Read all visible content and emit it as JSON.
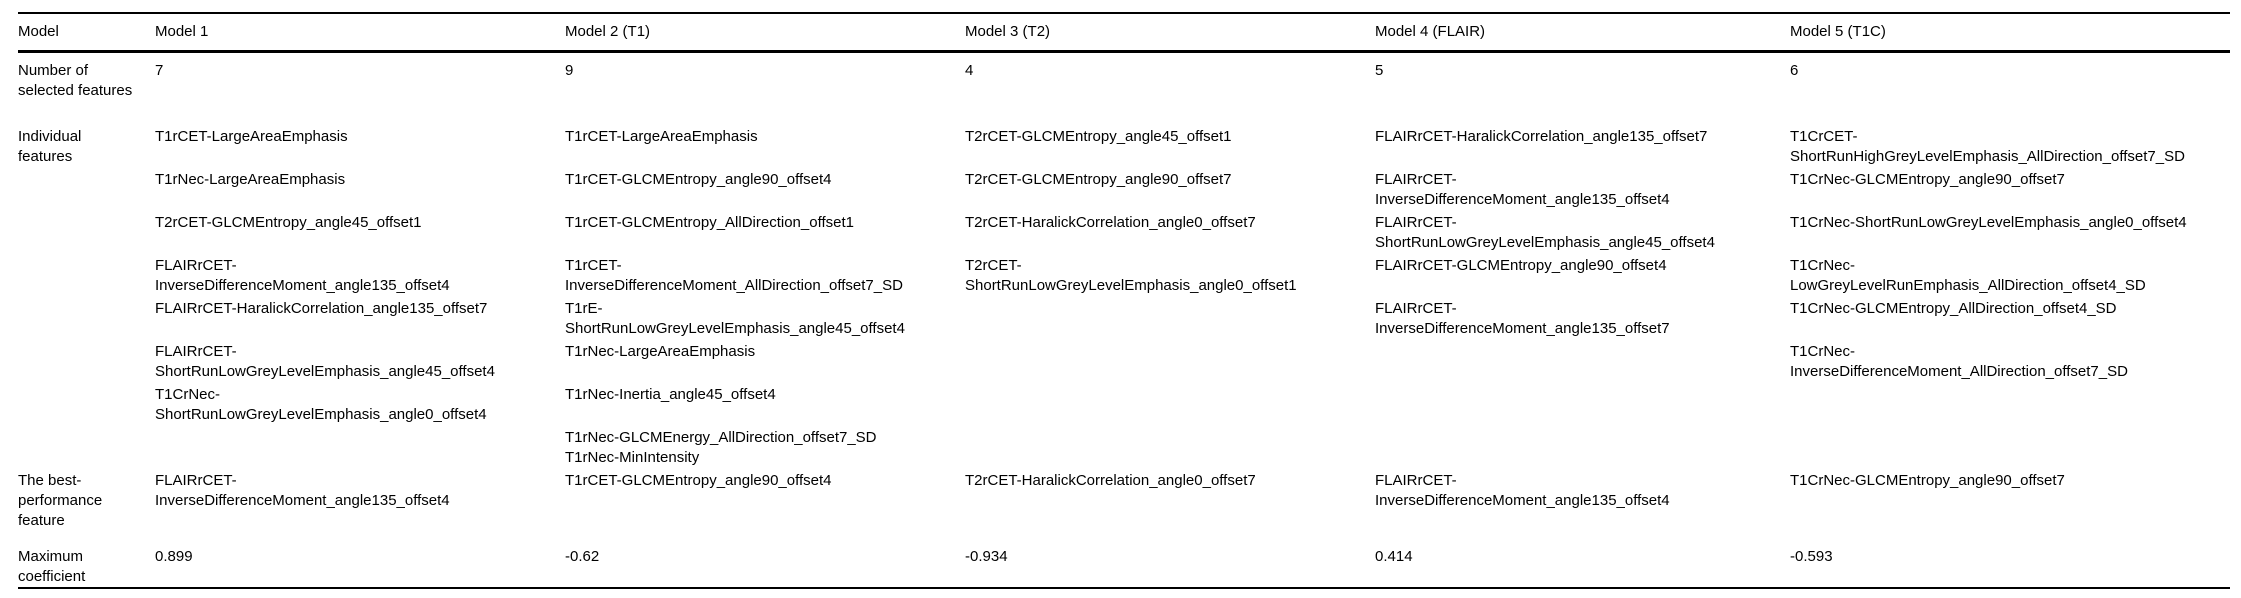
{
  "page": {
    "background_color": "#ffffff",
    "text_color": "#000000",
    "rule_color": "#000000"
  },
  "table": {
    "header": {
      "labels": [
        "Model",
        "Model 1",
        "Model 2 (T1)",
        "Model 3 (T2)",
        "Model 4 (FLAIR)",
        "Model 5 (T1C)"
      ]
    },
    "num_selected": {
      "label": "Number of selected features",
      "values": [
        "7",
        "9",
        "4",
        "5",
        "6"
      ]
    },
    "individual": {
      "label": "Individual features",
      "rows": [
        [
          "T1rCET-LargeAreaEmphasis",
          "T1rCET-LargeAreaEmphasis",
          "T2rCET-GLCMEntropy_angle45_offset1",
          "FLAIRrCET-HaralickCorrelation_angle135_offset7",
          "T1CrCET-\nShortRunHighGreyLevelEmphasis_AllDirection_offset7_SD"
        ],
        [
          "T1rNec-LargeAreaEmphasis",
          "T1rCET-GLCMEntropy_angle90_offset4",
          "T2rCET-GLCMEntropy_angle90_offset7",
          "FLAIRrCET-\nInverseDifferenceMoment_angle135_offset4",
          "T1CrNec-GLCMEntropy_angle90_offset7"
        ],
        [
          "T2rCET-GLCMEntropy_angle45_offset1",
          "T1rCET-GLCMEntropy_AllDirection_offset1",
          "T2rCET-HaralickCorrelation_angle0_offset7",
          "FLAIRrCET-\nShortRunLowGreyLevelEmphasis_angle45_offset4",
          "T1CrNec-ShortRunLowGreyLevelEmphasis_angle0_offset4"
        ],
        [
          "FLAIRrCET-\nInverseDifferenceMoment_angle135_offset4",
          "T1rCET-\nInverseDifferenceMoment_AllDirection_offset7_SD",
          "T2rCET-\nShortRunLowGreyLevelEmphasis_angle0_offset1",
          "FLAIRrCET-GLCMEntropy_angle90_offset4",
          "T1CrNec-\nLowGreyLevelRunEmphasis_AllDirection_offset4_SD"
        ],
        [
          "FLAIRrCET-HaralickCorrelation_angle135_offset7",
          "T1rE-\nShortRunLowGreyLevelEmphasis_angle45_offset4",
          "",
          "FLAIRrCET-\nInverseDifferenceMoment_angle135_offset7",
          "T1CrNec-GLCMEntropy_AllDirection_offset4_SD"
        ],
        [
          "FLAIRrCET-\nShortRunLowGreyLevelEmphasis_angle45_offset4",
          "T1rNec-LargeAreaEmphasis",
          "",
          "",
          "T1CrNec-\nInverseDifferenceMoment_AllDirection_offset7_SD"
        ],
        [
          "T1CrNec-\nShortRunLowGreyLevelEmphasis_angle0_offset4",
          "T1rNec-Inertia_angle45_offset4",
          "",
          "",
          ""
        ],
        [
          "",
          "T1rNec-GLCMEnergy_AllDirection_offset7_SD",
          "",
          "",
          ""
        ],
        [
          "",
          "T1rNec-MinIntensity",
          "",
          "",
          ""
        ]
      ]
    },
    "best": {
      "label": "The best-performance feature",
      "values": [
        "FLAIRrCET-\nInverseDifferenceMoment_angle135_offset4",
        "T1rCET-GLCMEntropy_angle90_offset4",
        "T2rCET-HaralickCorrelation_angle0_offset7",
        "FLAIRrCET-\nInverseDifferenceMoment_angle135_offset4",
        "T1CrNec-GLCMEntropy_angle90_offset7"
      ]
    },
    "max_coef": {
      "label": "Maximum coefficient",
      "values": [
        "0.899",
        "-0.62",
        "-0.934",
        "0.414",
        "-0.593"
      ]
    }
  }
}
